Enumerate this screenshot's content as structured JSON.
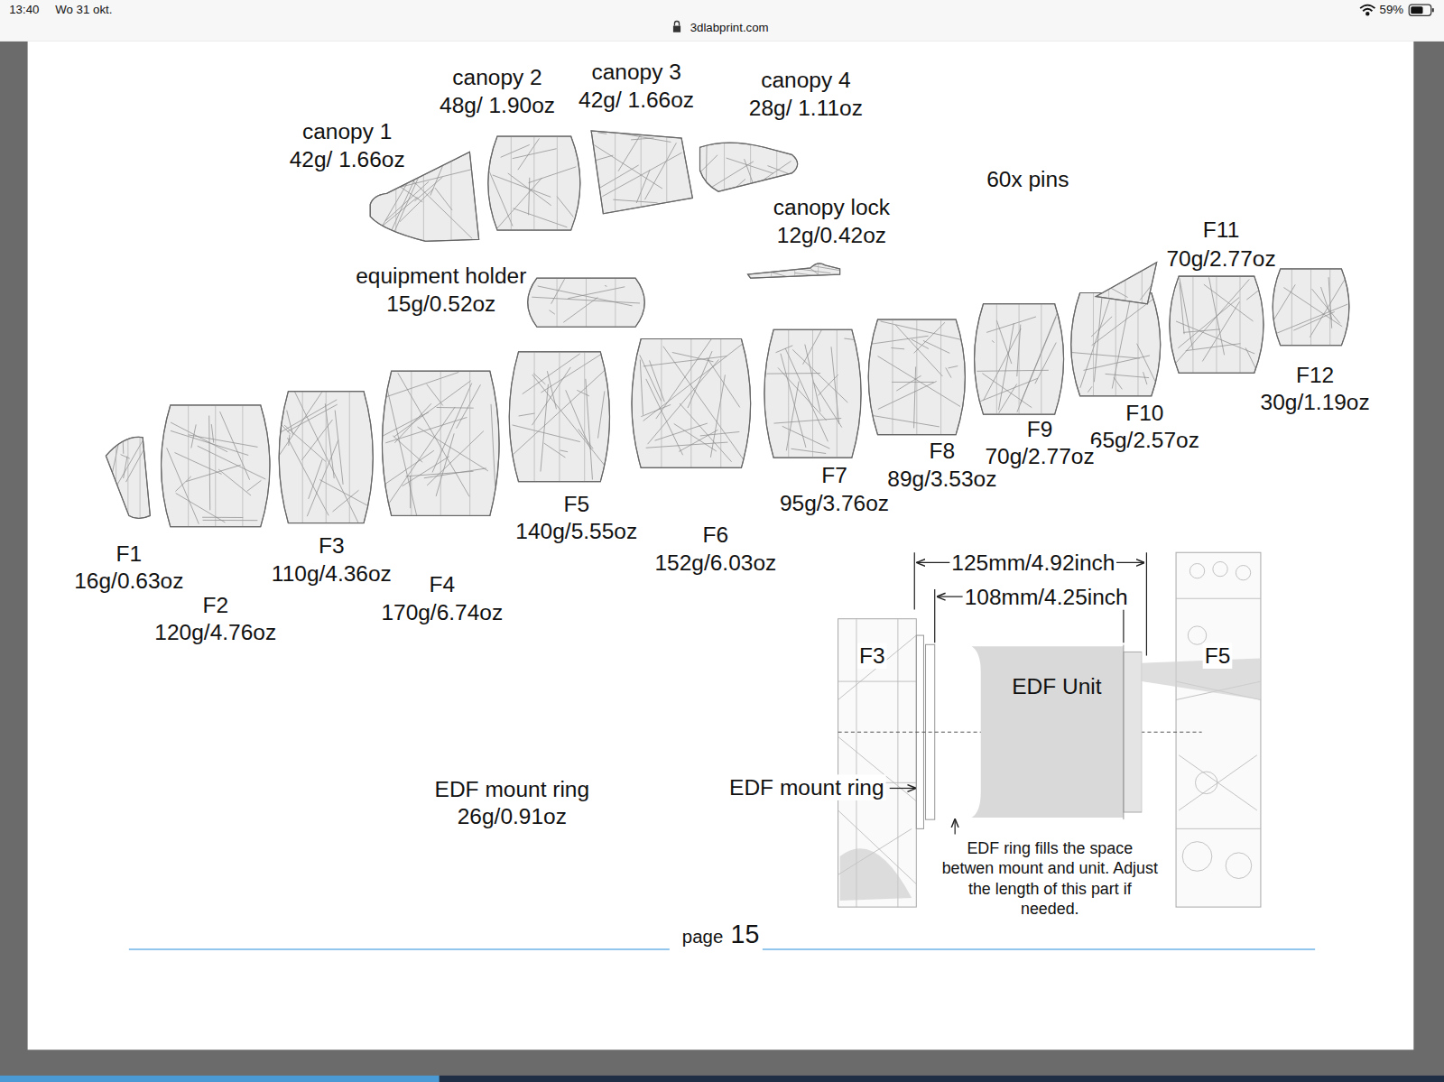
{
  "diagram": {
    "nodes": [
      {
        "text": [
          "EDF Unit"
        ]
      }
    ],
    "labels": [
      "13:40",
      "Wo 31 okt.",
      "3dlabprint.com",
      "59%",
      "canopy 2",
      "48g/ 1.90oz",
      "canopy 3",
      "42g/ 1.66oz",
      "canopy 4",
      "28g/ 1.11oz",
      "canopy 1",
      "42g/ 1.66oz",
      "60x pins",
      "canopy lock",
      "12g/0.42oz",
      "F11",
      "70g/2.77oz",
      "equipment holder",
      "15g/0.52oz",
      "F12",
      "30g/1.19oz",
      "F10",
      "65g/2.57oz",
      "F9",
      "70g/2.77oz",
      "F8",
      "89g/3.53oz",
      "F7",
      "95g/3.76oz",
      "F5",
      "140g/5.55oz",
      "F6",
      "152g/6.03oz",
      "F3",
      "110g/4.36oz",
      "F1",
      "16g/0.63oz",
      "125mm/4.92inch",
      "F4",
      "170g/6.74oz",
      "F2",
      "120g/4.76oz",
      "108mm/4.25inch",
      "F3",
      "F5",
      "EDF mount ring",
      "26g/0.91oz",
      "EDF mount ring",
      "EDF ring fills the space betwen mount and unit. Adjust the length of this part if needed.",
      "page",
      "15"
    ]
  }
}
